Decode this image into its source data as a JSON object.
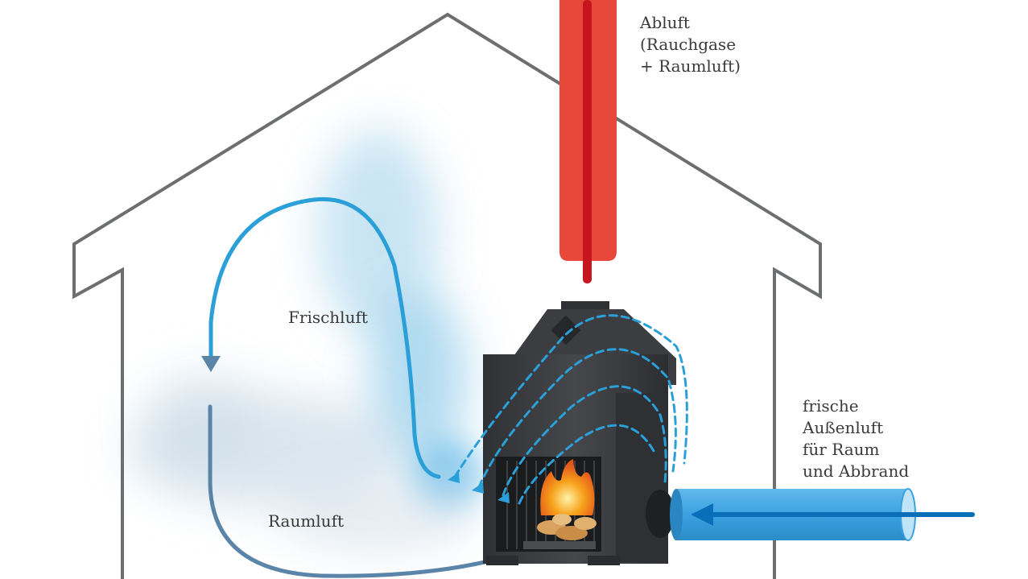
{
  "labels": {
    "exhaust": [
      "Abluft",
      "(Rauchgase",
      "+ Raumluft)"
    ],
    "fresh_air": "Frischluft",
    "room_air": "Raumluft",
    "outside_air": [
      "frische",
      "Außenluft",
      "für Raum",
      "und Abbrand"
    ]
  },
  "colors": {
    "house_outline": "#6d6e70",
    "chimney": "#e8483a",
    "chimney_core": "#c4161c",
    "fresh_air_arrow": "#2a9fd8",
    "room_air_arrow": "#5b85a8",
    "fresh_air_cloud": "#7ec3e6",
    "inlet_pipe": "#3aa2df",
    "inlet_arrow": "#0a6fb9",
    "stove_body": "#3b3d40",
    "flame": "#f7a21b"
  },
  "icons": [
    "house-outline",
    "chimney-pipe",
    "fireplace-stove",
    "fire-icon",
    "air-inlet-pipe"
  ]
}
